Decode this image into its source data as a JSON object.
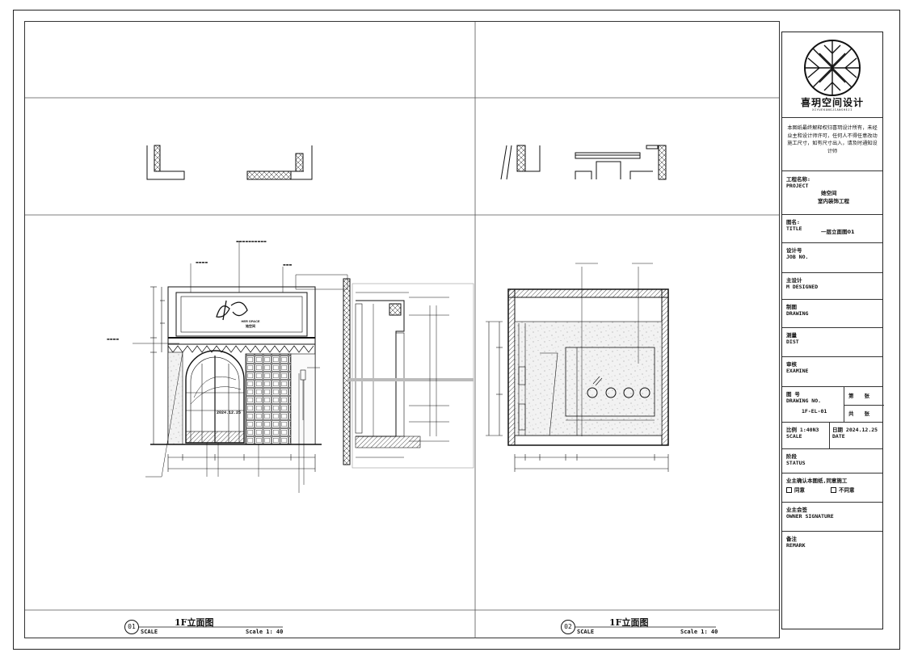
{
  "title_block": {
    "company_name": "喜玥空间设计",
    "company_pinyin": "XIYUEKONGJIANSHEJI",
    "notice": "本图纸最终解释权归喜玥设计所有，未经业主和设计师许可，任何人不得任意改动施工尺寸，如有尺寸出入，请及时通知设计师",
    "project_label_cn": "工程名称:",
    "project_label_en": "PROJECT",
    "project_value_1": "她空间",
    "project_value_2": "室内装饰工程",
    "title_label_cn": "图名:",
    "title_label_en": "TITLE",
    "title_value": "一层立面图01",
    "job_label_cn": "设计号",
    "job_label_en": "JOB NO.",
    "designer_label_cn": "主设计",
    "designer_label_en": "M DESIGNED",
    "drawing_label_cn": "制图",
    "drawing_label_en": "DRAWING",
    "dist_label_cn": "测量",
    "dist_label_en": "DIST",
    "exam_label_cn": "审核",
    "exam_label_en": "EXAMINE",
    "drawing_no_label_cn": "图 号",
    "drawing_no_label_en": "DRAWING NO.",
    "drawing_no_value": "1F-EL-01",
    "sheet_label": "第　　张",
    "total_label": "共　　张",
    "scale_label_cn": "比例",
    "scale_value": "1:40N3",
    "scale_label_en": "SCALE",
    "date_label_cn": "日期",
    "date_value": "2024.12.25",
    "date_label_en": "DATE",
    "status_label_cn": "阶段",
    "status_label_en": "STATUS",
    "approve_text": "业主确认本图纸,同意施工",
    "agree_label": "同意",
    "disagree_label": "不同意",
    "owner_label_cn": "业主会签",
    "owner_label_en": "OWNER SIGNATURE",
    "remark_label_cn": "备注",
    "remark_label_en": "REMARK"
  },
  "views": [
    {
      "number": "01",
      "title": "1F立面图",
      "scale_word": "SCALE",
      "scale_text": "Scale 1: 40"
    },
    {
      "number": "02",
      "title": "1F立面图",
      "scale_word": "SCALE",
      "scale_text": "Scale 1: 40"
    }
  ],
  "sign": {
    "brand_line_1": "HER SPACE",
    "brand_line_2": "她空间"
  },
  "glass_label": "2024.12.25"
}
